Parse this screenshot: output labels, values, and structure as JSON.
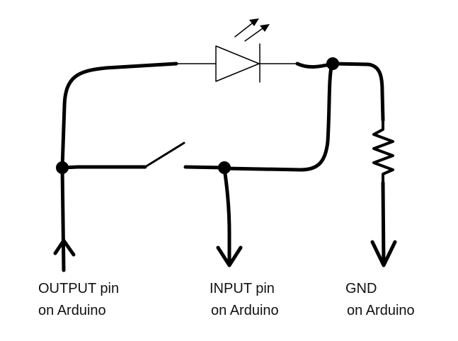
{
  "labels": {
    "output": {
      "line1": "OUTPUT pin",
      "line2": "on Arduino"
    },
    "input": {
      "line1": "INPUT pin",
      "line2": "on Arduino"
    },
    "gnd": {
      "line1": "GND",
      "line2": "on Arduino"
    }
  },
  "components": [
    "led",
    "push-switch",
    "resistor"
  ],
  "colors": {
    "wire": "#000000",
    "background": "#ffffff"
  }
}
